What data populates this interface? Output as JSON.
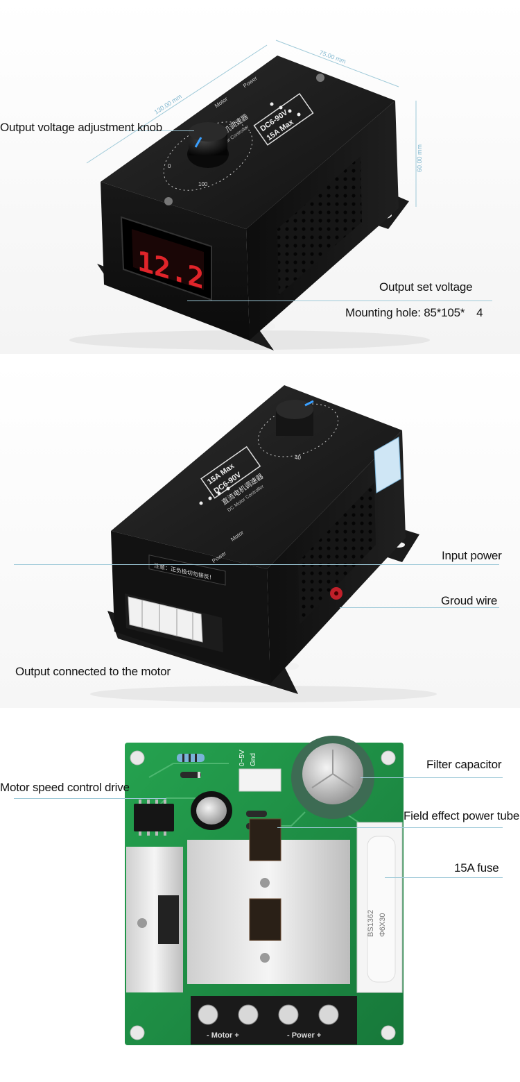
{
  "panel_top": {
    "dimensions": {
      "length": "130.00 mm",
      "width": "75.00 mm",
      "height": "60.00 mm"
    },
    "device": {
      "title_cn": "直流电机调速器",
      "title_en": "DC Motor Controller",
      "rating_voltage": "DC6-90V",
      "rating_current": "15A Max",
      "motor_label": "Motor",
      "power_label": "Power",
      "display_value": "12.2",
      "dial_labels": [
        "0",
        "100"
      ]
    },
    "callouts": {
      "knob": "Output voltage adjustment knob",
      "set_voltage": "Output set voltage",
      "mounting": "Mounting hole: 85*105*　4"
    }
  },
  "panel_middle": {
    "device": {
      "title_cn": "直流电机调速器",
      "title_en": "DC Motor Controller",
      "rating_voltage": "DC6-90V",
      "rating_current": "15A Max",
      "motor_label": "Motor",
      "power_label": "Power",
      "warning_cn": "注意：正负极切勿接反!",
      "dial_label": "40"
    },
    "callouts": {
      "input_power": "Input power",
      "ground": "Groud wire",
      "motor_output": "Output connected to the motor"
    }
  },
  "panel_bottom": {
    "board": {
      "signal_label": "0~5V",
      "gnd_label": "Gnd",
      "fuse_text_1": "BS1362",
      "fuse_text_2": "Φ6X30",
      "motor_terminal": "- Motor +",
      "power_terminal": "- Power +"
    },
    "callouts": {
      "drive": "Motor speed control drive",
      "capacitor": "Filter capacitor",
      "fet": "Field effect power tube",
      "fuse": "15A fuse"
    }
  },
  "colors": {
    "case": "#141414",
    "pcb": "#1f8f46",
    "leader": "#9ec9d8",
    "display_red": "#e0242a"
  }
}
